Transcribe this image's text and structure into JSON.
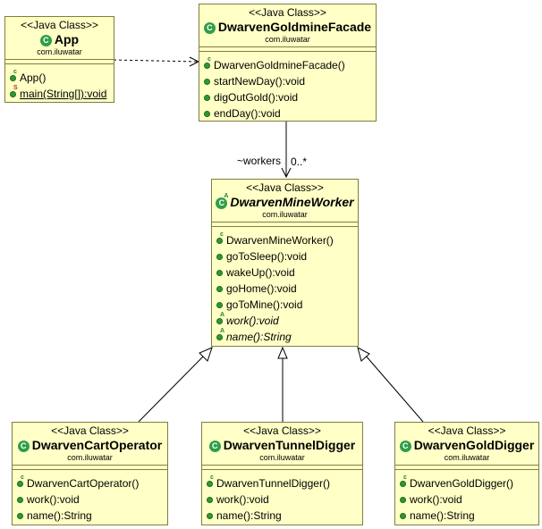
{
  "classes": {
    "app": {
      "stereotype": "<<Java Class>>",
      "name": "App",
      "package": "com.iluwatar",
      "abstract": false,
      "methods": [
        {
          "label": "App()",
          "kind": "constructor"
        },
        {
          "label": "main(String[]):void",
          "kind": "static"
        }
      ]
    },
    "facade": {
      "stereotype": "<<Java Class>>",
      "name": "DwarvenGoldmineFacade",
      "package": "com.iluwatar",
      "abstract": false,
      "methods": [
        {
          "label": "DwarvenGoldmineFacade()",
          "kind": "constructor"
        },
        {
          "label": "startNewDay():void",
          "kind": "public"
        },
        {
          "label": "digOutGold():void",
          "kind": "public"
        },
        {
          "label": "endDay():void",
          "kind": "public"
        }
      ]
    },
    "worker": {
      "stereotype": "<<Java Class>>",
      "name": "DwarvenMineWorker",
      "package": "com.iluwatar",
      "abstract": true,
      "methods": [
        {
          "label": "DwarvenMineWorker()",
          "kind": "constructor"
        },
        {
          "label": "goToSleep():void",
          "kind": "public"
        },
        {
          "label": "wakeUp():void",
          "kind": "public"
        },
        {
          "label": "goHome():void",
          "kind": "public"
        },
        {
          "label": "goToMine():void",
          "kind": "public"
        },
        {
          "label": "work():void",
          "kind": "abstract"
        },
        {
          "label": "name():String",
          "kind": "abstract"
        }
      ]
    },
    "cart": {
      "stereotype": "<<Java Class>>",
      "name": "DwarvenCartOperator",
      "package": "com.iluwatar",
      "abstract": false,
      "methods": [
        {
          "label": "DwarvenCartOperator()",
          "kind": "constructor"
        },
        {
          "label": "work():void",
          "kind": "public"
        },
        {
          "label": "name():String",
          "kind": "public"
        }
      ]
    },
    "tunnel": {
      "stereotype": "<<Java Class>>",
      "name": "DwarvenTunnelDigger",
      "package": "com.iluwatar",
      "abstract": false,
      "methods": [
        {
          "label": "DwarvenTunnelDigger()",
          "kind": "constructor"
        },
        {
          "label": "work():void",
          "kind": "public"
        },
        {
          "label": "name():String",
          "kind": "public"
        }
      ]
    },
    "gold": {
      "stereotype": "<<Java Class>>",
      "name": "DwarvenGoldDigger",
      "package": "com.iluwatar",
      "abstract": false,
      "methods": [
        {
          "label": "DwarvenGoldDigger()",
          "kind": "constructor"
        },
        {
          "label": "work():void",
          "kind": "public"
        },
        {
          "label": "name():String",
          "kind": "public"
        }
      ]
    }
  },
  "association": {
    "role": "~workers",
    "multiplicity": "0..*"
  },
  "colors": {
    "box_fill": "#ffffc6",
    "box_border": "#7f7f3f",
    "method_dot": "#2e9a2e",
    "class_icon": "#2f9e48"
  }
}
